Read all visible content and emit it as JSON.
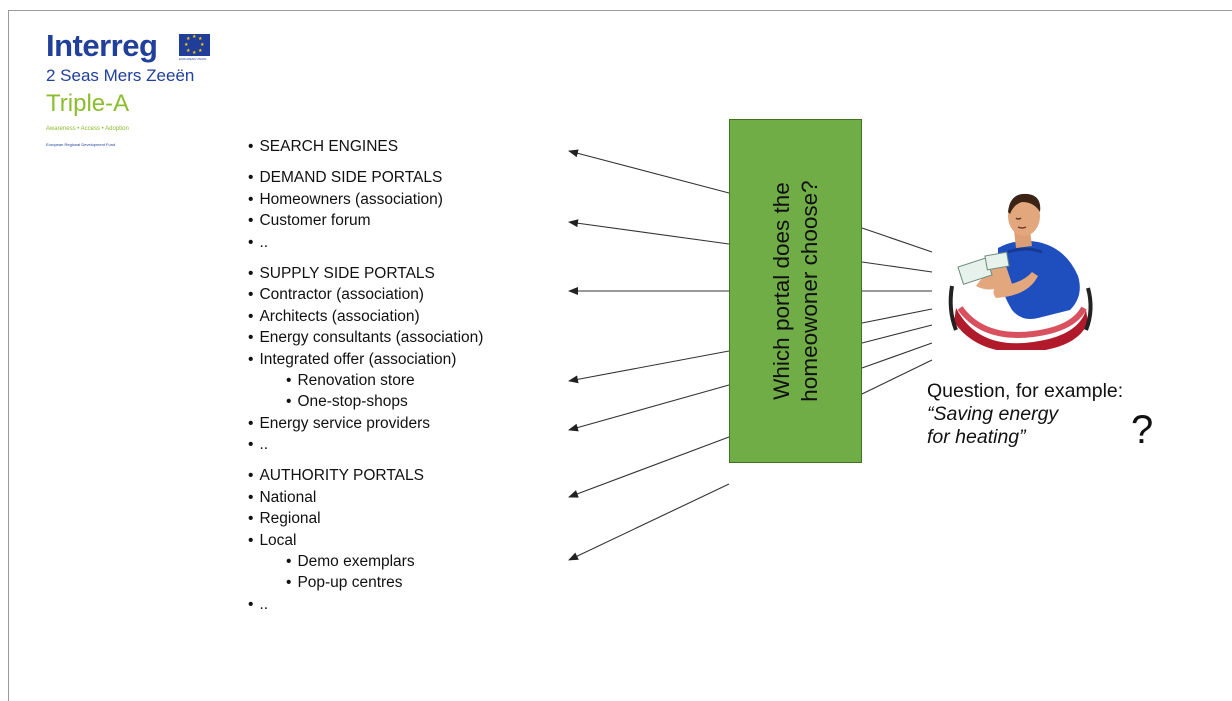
{
  "logo": {
    "interreg": "Interreg",
    "program": "2 Seas Mers Zeeën",
    "project": "Triple-A",
    "tagline": "Awareness • Access • Adoption",
    "fund": "European Regional Development Fund",
    "eu_caption": "EUROPEAN UNION",
    "colors": {
      "interreg": "#21409a",
      "triple_a": "#8cbd2e",
      "eu_flag": "#1f3d99",
      "eu_stars": "#ffd200"
    }
  },
  "portal_list": [
    {
      "text": "SEARCH ENGINES",
      "level": 1,
      "group_start": true
    },
    {
      "text": "DEMAND SIDE PORTALS",
      "level": 1,
      "group_start": true
    },
    {
      "text": "Homeowners  (association)",
      "level": 1
    },
    {
      "text": "Customer forum",
      "level": 1
    },
    {
      "text": "..",
      "level": 1
    },
    {
      "text": "SUPPLY SIDE PORTALS",
      "level": 1,
      "group_start": true
    },
    {
      "text": "Contractor (association)",
      "level": 1
    },
    {
      "text": "Architects (association)",
      "level": 1
    },
    {
      "text": "Energy consultants (association)",
      "level": 1
    },
    {
      "text": "Integrated offer (association)",
      "level": 1
    },
    {
      "text": "Renovation store",
      "level": 2
    },
    {
      "text": "One-stop-shops",
      "level": 2
    },
    {
      "text": "Energy service providers",
      "level": 1
    },
    {
      "text": "..",
      "level": 1
    },
    {
      "text": "AUTHORITY PORTALS",
      "level": 1,
      "group_start": true
    },
    {
      "text": "National",
      "level": 1
    },
    {
      "text": "Regional",
      "level": 1
    },
    {
      "text": "Local",
      "level": 1
    },
    {
      "text": "Demo exemplars",
      "level": 2
    },
    {
      "text": "Pop-up centres",
      "level": 2
    },
    {
      "text": "..",
      "level": 1
    }
  ],
  "decision_box": {
    "text": "Which portal does the homeowoner choose?",
    "fill": "#70ad47"
  },
  "question": {
    "label": "Question, for example:",
    "quote_line1": "“Saving energy",
    "quote_line2": "for heating”",
    "mark": "?"
  },
  "person_icon": "homeowner-clipart-icon"
}
